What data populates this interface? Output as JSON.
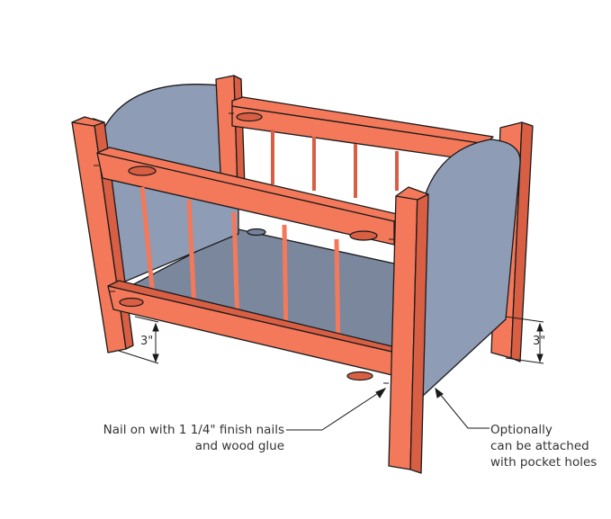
{
  "annotations": {
    "nail_line1": "Nail on with 1 1/4\" finish nails",
    "nail_line2": "and wood glue",
    "pocket_line1": "Optionally",
    "pocket_line2": "can be attached",
    "pocket_line3": "with pocket holes"
  },
  "dimensions": {
    "left_leg_height": "3\"",
    "right_leg_height": "3\""
  },
  "colors": {
    "wood": "#f4795a",
    "wood_dark": "#d85f44",
    "panel": "#8e9cb5",
    "panel_dark": "#74829b",
    "floor": "#7a879d",
    "outline": "#1a1a1a"
  }
}
